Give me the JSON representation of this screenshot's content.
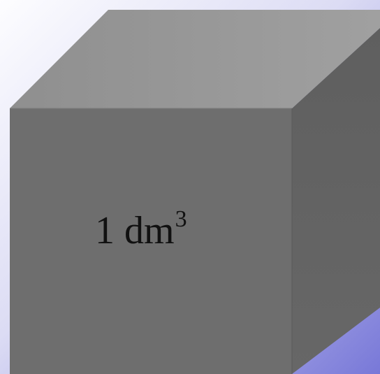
{
  "label": {
    "number": "1",
    "unit": "dm",
    "exponent": "3"
  },
  "colors": {
    "background_light": "#fdfdff",
    "background_dark": "#7878d8",
    "cube_top": "#989898",
    "cube_front": "#6e6e6e",
    "cube_side": "#636363",
    "text": "#111111"
  }
}
